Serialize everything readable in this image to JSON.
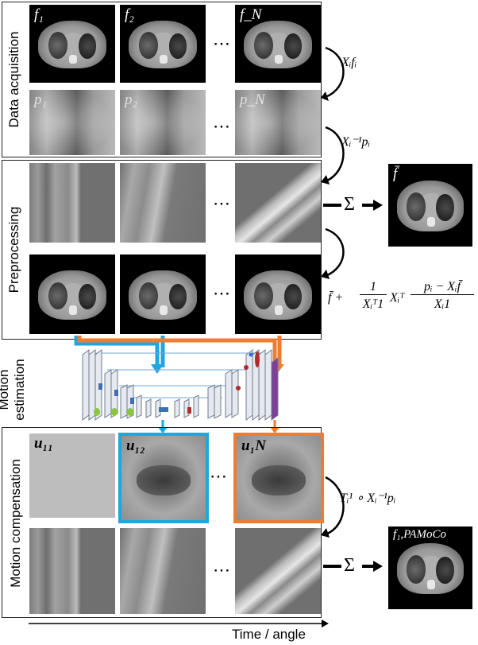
{
  "sections": {
    "data_acquisition": "Data acquisition",
    "preprocessing": "Preprocessing",
    "motion_estimation": "Motion\nestimation",
    "motion_compensation": "Motion compensation"
  },
  "labels": {
    "f1": "f₁",
    "f2": "f₂",
    "fN": "f_N",
    "p1": "p₁",
    "p2": "p₂",
    "pN": "p_N",
    "u11": "u₁₁",
    "u12": "u₁₂",
    "u1N": "u₁N",
    "fbar": "f̄",
    "f_pamoco": "f₁,PAMoCo",
    "dots": "⋯"
  },
  "formulas": {
    "forward": "Xᵢfᵢ",
    "backward": "Xᵢ⁻¹pᵢ",
    "sum": "Σ",
    "update_prefix": "f̄ +",
    "update_frac_num": "1",
    "update_frac_den": "Xᵢᵀ1",
    "update_mid": "Xᵢᵀ",
    "update_num": "pᵢ − Xᵢf̄",
    "update_den": "Xᵢ1",
    "warp": "Tᵢ¹ ∘ Xᵢ⁻¹pᵢ"
  },
  "axis": {
    "label": "Time / angle"
  },
  "colors": {
    "blue": "#1fa6e0",
    "orange": "#ee7d31"
  }
}
